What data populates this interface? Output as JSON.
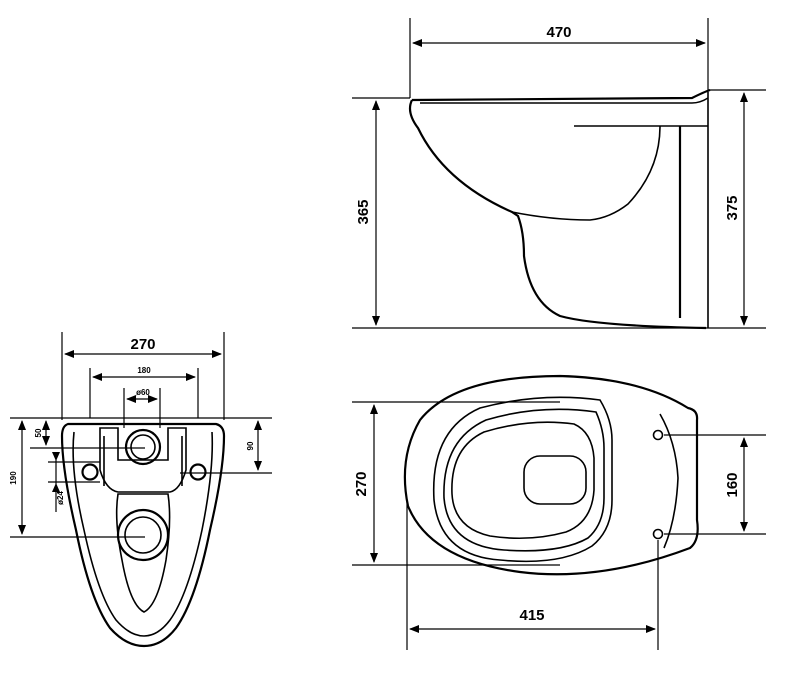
{
  "side_view": {
    "width_label": "470",
    "height_left_label": "365",
    "height_right_label": "375"
  },
  "top_view": {
    "width_label": "270",
    "length_label": "415",
    "bolt_spacing_label": "160"
  },
  "back_view": {
    "overall_width_label": "270",
    "bolt_width_label": "180",
    "inlet_diameter_label": "ø60",
    "top_offset_label": "50",
    "bolt_height_label": "90",
    "outlet_height_label": "190",
    "bolt_diameter_label": "ø24"
  }
}
